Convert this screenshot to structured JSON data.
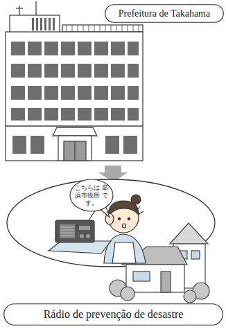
{
  "diagram": {
    "nodes": [
      {
        "text": [
          "Prefeitura de Takahama"
        ]
      },
      {
        "text": [
          "こちらは 高浜市役所 です。"
        ]
      },
      {
        "text": [
          "Rádio de prevenção de desastre"
        ]
      }
    ]
  }
}
